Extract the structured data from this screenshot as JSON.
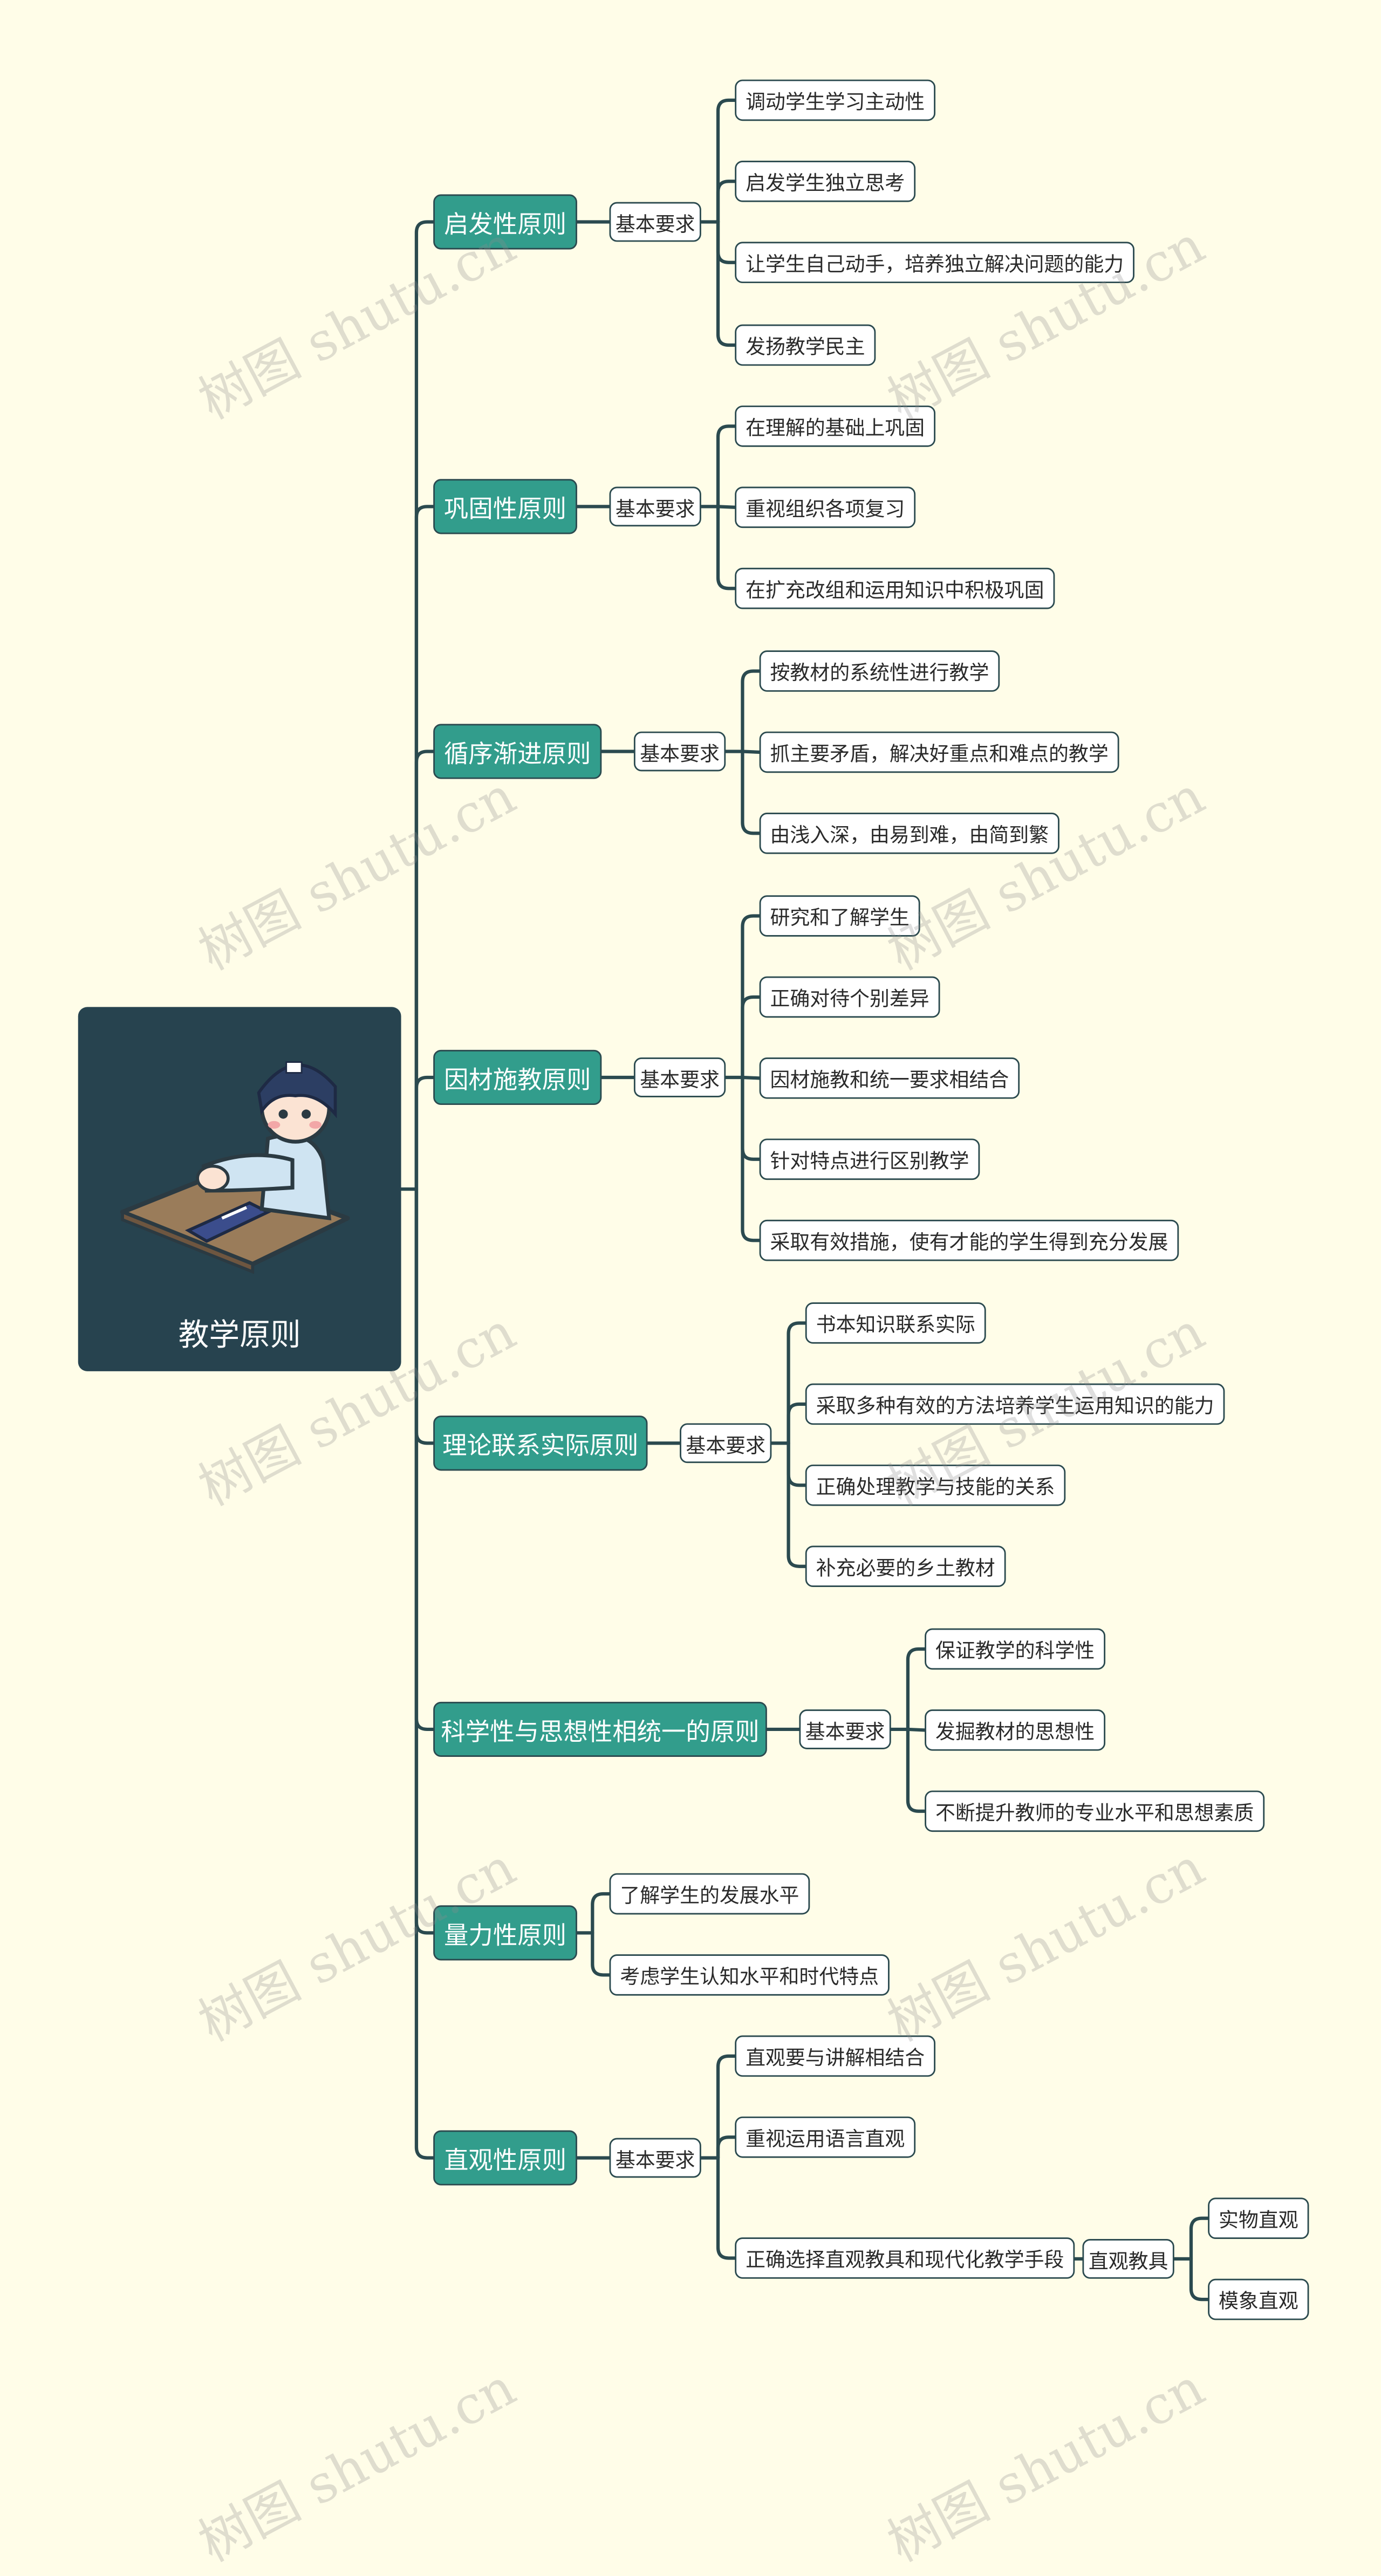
{
  "root": {
    "title": "教学原则"
  },
  "branches": [
    {
      "label": "启发性原则",
      "mid": "基本要求",
      "leaves": [
        "调动学生学习主动性",
        "启发学生独立思考",
        "让学生自己动手，培养独立解决问题的能力",
        "发扬教学民主"
      ]
    },
    {
      "label": "巩固性原则",
      "mid": "基本要求",
      "leaves": [
        "在理解的基础上巩固",
        "重视组织各项复习",
        "在扩充改组和运用知识中积极巩固"
      ]
    },
    {
      "label": "循序渐进原则",
      "mid": "基本要求",
      "leaves": [
        "按教材的系统性进行教学",
        "抓主要矛盾，解决好重点和难点的教学",
        "由浅入深，由易到难，由简到繁"
      ]
    },
    {
      "label": "因材施教原则",
      "mid": "基本要求",
      "leaves": [
        "研究和了解学生",
        "正确对待个别差异",
        "因材施教和统一要求相结合",
        "针对特点进行区别教学",
        "采取有效措施，使有才能的学生得到充分发展"
      ]
    },
    {
      "label": "理论联系实际原则",
      "mid": "基本要求",
      "leaves": [
        "书本知识联系实际",
        "采取多种有效的方法培养学生运用知识的能力",
        "正确处理教学与技能的关系",
        "补充必要的乡土教材"
      ]
    },
    {
      "label": "科学性与思想性相统一的原则",
      "mid": "基本要求",
      "leaves": [
        "保证教学的科学性",
        "发掘教材的思想性",
        "不断提升教师的专业水平和思想素质"
      ]
    },
    {
      "label": "量力性原则",
      "leaves": [
        "了解学生的发展水平",
        "考虑学生认知水平和时代特点"
      ]
    },
    {
      "label": "直观性原则",
      "mid": "基本要求",
      "leaves": [
        "直观要与讲解相结合",
        "重视运用语言直观",
        "正确选择直观教具和现代化教学手段"
      ],
      "sub": {
        "label": "直观教具",
        "leaves": [
          "实物直观",
          "模象直观"
        ]
      }
    }
  ],
  "watermark": "树图 shutu.cn",
  "colors": {
    "background": "#fffde8",
    "root": "#27434f",
    "branch": "#329d8c",
    "line": "#2b4a4f"
  }
}
